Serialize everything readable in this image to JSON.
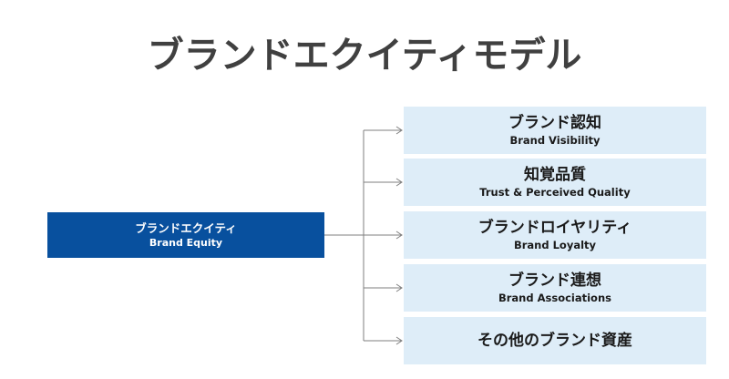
{
  "title": "ブランドエクイティモデル",
  "root": {
    "jp": "ブランドエクイティ",
    "en": "Brand Equity"
  },
  "branches": [
    {
      "jp": "ブランド認知",
      "en": "Brand Visibility"
    },
    {
      "jp": "知覚品質",
      "en": "Trust & Perceived Quality"
    },
    {
      "jp": "ブランドロイヤリティ",
      "en": "Brand Loyalty"
    },
    {
      "jp": "ブランド連想",
      "en": "Brand Associations"
    },
    {
      "jp": "その他のブランド資産",
      "en": ""
    }
  ],
  "colors": {
    "root_fill": "#08509e",
    "branch_fill": "#deedf8",
    "title_text": "#404040",
    "connector": "#7f7f7f"
  }
}
